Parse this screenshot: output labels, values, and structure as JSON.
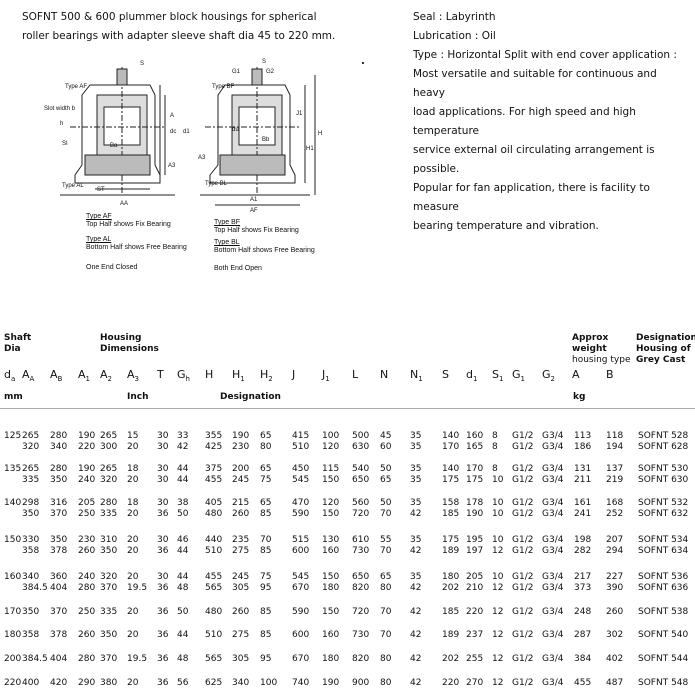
{
  "intro": {
    "line1": "SOFNT 500 & 600 plummer block housings for spherical",
    "line2": "roller bearings with adapter sleeve shaft dia 45 to 220 mm."
  },
  "specs": {
    "seal": "Seal : Labyrinth",
    "lubrication": "Lubrication : Oil",
    "type_lines": [
      "Type : Horizontal Split with end cover application :",
      "Most versatile and suitable for continuous and heavy",
      "load applications. For high speed and high temperature",
      "service external oil circulating arrangement is possible.",
      "Popular for fan application, there is facility to measure",
      "bearing temperature and vibration."
    ]
  },
  "drawing": {
    "left_refs": [
      "Type AF",
      "Slot width b",
      "h",
      "SI",
      "Ba",
      "A3",
      "Type AL",
      "S",
      "ST",
      "AA",
      "dc",
      "d1",
      "A"
    ],
    "right_refs": [
      "Type BF",
      "G1",
      "G2",
      "S",
      "du",
      "Bb",
      "A3",
      "Type BL",
      "A1",
      "AF",
      "H",
      "H1",
      "J1"
    ],
    "caption_af": "Type AF",
    "caption_af_desc": "Top Half shows Fix Bearing",
    "caption_al": "Type AL",
    "caption_al_desc": "Bottom Half shows Free Bearing",
    "caption_closed": "One End Closed",
    "caption_bf": "Type BF",
    "caption_bf_desc": "Top Half shows Fix Bearing",
    "caption_bl": "Type BL",
    "caption_bl_desc": "Bottom Half shows Free Bearing",
    "caption_open": "Both End  Open"
  },
  "table": {
    "headers": {
      "shaft": "Shaft",
      "dia": "Dia",
      "housing": "Housing",
      "dimensions": "Dimensions",
      "approx": "Approx",
      "weight": "weight",
      "housing_type": "housing type",
      "designation": "Designation",
      "housing_of": "Housing of",
      "grey_cast": "Grey Cast"
    },
    "symbols": [
      {
        "b": "d",
        "s": "a"
      },
      {
        "b": "A",
        "s": "A"
      },
      {
        "b": "A",
        "s": "B"
      },
      {
        "b": "A",
        "s": "1"
      },
      {
        "b": "A",
        "s": "2"
      },
      {
        "b": "A",
        "s": "3"
      },
      {
        "b": "T",
        "s": ""
      },
      {
        "b": "G",
        "s": "h"
      },
      {
        "b": "H",
        "s": ""
      },
      {
        "b": "H",
        "s": "1"
      },
      {
        "b": "H",
        "s": "2"
      },
      {
        "b": "J",
        "s": ""
      },
      {
        "b": "J",
        "s": "1"
      },
      {
        "b": "L",
        "s": ""
      },
      {
        "b": "N",
        "s": ""
      },
      {
        "b": "N",
        "s": "1"
      },
      {
        "b": "S",
        "s": ""
      },
      {
        "b": "d",
        "s": "1"
      },
      {
        "b": "S",
        "s": "1"
      },
      {
        "b": "G",
        "s": "1"
      },
      {
        "b": "G",
        "s": "2"
      },
      {
        "b": "A",
        "s": ""
      },
      {
        "b": "B",
        "s": ""
      }
    ],
    "units": {
      "mm": "mm",
      "inch": "Inch",
      "designation": "Designation",
      "kg": "kg"
    },
    "rows": [
      [
        [
          "125",
          "265",
          "280",
          "190",
          "265",
          "15",
          "30",
          "33",
          "355",
          "190",
          "65",
          "415",
          "100",
          "500",
          "45",
          "35",
          "140",
          "160",
          "8",
          "G1/2",
          "G3/4",
          "113",
          "118",
          "SOFNT 528"
        ],
        [
          "",
          "320",
          "340",
          "220",
          "300",
          "20",
          "30",
          "42",
          "425",
          "230",
          "80",
          "510",
          "120",
          "630",
          "60",
          "35",
          "170",
          "165",
          "8",
          "G1/2",
          "G3/4",
          "186",
          "194",
          "SOFNT 628"
        ]
      ],
      [
        [
          "135",
          "265",
          "280",
          "190",
          "265",
          "18",
          "30",
          "44",
          "375",
          "200",
          "65",
          "450",
          "115",
          "540",
          "50",
          "35",
          "140",
          "170",
          "8",
          "G1/2",
          "G3/4",
          "131",
          "137",
          "SOFNT 530"
        ],
        [
          "",
          "335",
          "350",
          "240",
          "320",
          "20",
          "30",
          "44",
          "455",
          "245",
          "75",
          "545",
          "150",
          "650",
          "65",
          "35",
          "175",
          "175",
          "10",
          "G1/2",
          "G3/4",
          "211",
          "219",
          "SOFNT 630"
        ]
      ],
      [
        [
          "140",
          "298",
          "316",
          "205",
          "280",
          "18",
          "30",
          "38",
          "405",
          "215",
          "65",
          "470",
          "120",
          "560",
          "50",
          "35",
          "158",
          "178",
          "10",
          "G1/2",
          "G3/4",
          "161",
          "168",
          "SOFNT 532"
        ],
        [
          "",
          "350",
          "370",
          "250",
          "335",
          "20",
          "36",
          "50",
          "480",
          "260",
          "85",
          "590",
          "150",
          "720",
          "70",
          "42",
          "185",
          "190",
          "10",
          "G1/2",
          "G3/4",
          "241",
          "252",
          "SOFNT 632"
        ]
      ],
      [
        [
          "150",
          "330",
          "350",
          "230",
          "310",
          "20",
          "30",
          "46",
          "440",
          "235",
          "70",
          "515",
          "130",
          "610",
          "55",
          "35",
          "175",
          "195",
          "10",
          "G1/2",
          "G3/4",
          "198",
          "207",
          "SOFNT 534"
        ],
        [
          "",
          "358",
          "378",
          "260",
          "350",
          "20",
          "36",
          "44",
          "510",
          "275",
          "85",
          "600",
          "160",
          "730",
          "70",
          "42",
          "189",
          "197",
          "12",
          "G1/2",
          "G3/4",
          "282",
          "294",
          "SOFNT 634"
        ]
      ],
      [
        [
          "160",
          "340",
          "360",
          "240",
          "320",
          "20",
          "30",
          "44",
          "455",
          "245",
          "75",
          "545",
          "150",
          "650",
          "65",
          "35",
          "180",
          "205",
          "10",
          "G1/2",
          "G3/4",
          "217",
          "227",
          "SOFNT 536"
        ],
        [
          "",
          "384.5",
          "404",
          "280",
          "370",
          "19.5",
          "36",
          "48",
          "565",
          "305",
          "95",
          "670",
          "180",
          "820",
          "80",
          "42",
          "202",
          "210",
          "12",
          "G1/2",
          "G3/4",
          "373",
          "390",
          "SOFNT 636"
        ]
      ],
      [
        [
          "170",
          "350",
          "370",
          "250",
          "335",
          "20",
          "36",
          "50",
          "480",
          "260",
          "85",
          "590",
          "150",
          "720",
          "70",
          "42",
          "185",
          "220",
          "12",
          "G1/2",
          "G3/4",
          "248",
          "260",
          "SOFNT 538"
        ]
      ],
      [
        [
          "180",
          "358",
          "378",
          "260",
          "350",
          "20",
          "36",
          "44",
          "510",
          "275",
          "85",
          "600",
          "160",
          "730",
          "70",
          "42",
          "189",
          "237",
          "12",
          "G1/2",
          "G3/4",
          "287",
          "302",
          "SOFNT 540"
        ]
      ],
      [
        [
          "200",
          "384.5",
          "404",
          "280",
          "370",
          "19.5",
          "36",
          "48",
          "565",
          "305",
          "95",
          "670",
          "180",
          "820",
          "80",
          "42",
          "202",
          "255",
          "12",
          "G1/2",
          "G3/4",
          "384",
          "402",
          "SOFNT 544"
        ]
      ],
      [
        [
          "220",
          "400",
          "420",
          "290",
          "380",
          "20",
          "36",
          "56",
          "625",
          "340",
          "100",
          "740",
          "190",
          "900",
          "80",
          "42",
          "220",
          "270",
          "12",
          "G1/2",
          "G3/4",
          "455",
          "487",
          "SOFNT 548"
        ]
      ]
    ]
  }
}
